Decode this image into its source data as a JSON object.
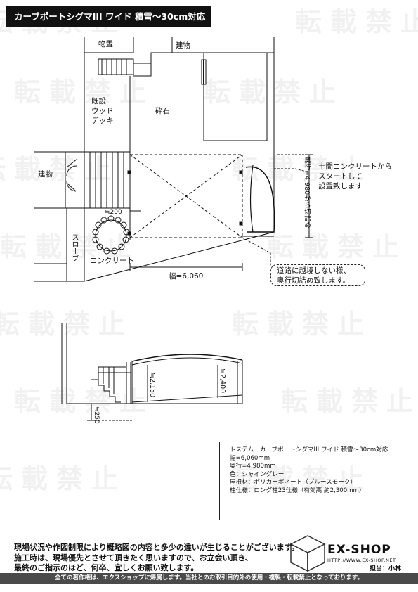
{
  "title": "カーブポートシグマIII ワイド 積雪～30cm対応",
  "plan": {
    "storage": "物置",
    "building_top": "建物",
    "deck": [
      "既設",
      "ウッド",
      "デッキ"
    ],
    "gravel": "砕石",
    "building_left": "建物",
    "slope": "スローブ",
    "concrete": "コンクリート",
    "dim_200": "≒200",
    "width_dim": "幅=6,060",
    "depth_dim": "奥行=4,980から切詰め",
    "note_right": [
      "土間コンクリートから",
      "スタートして",
      "設置致します"
    ],
    "callout": [
      "道路に越境しない様、",
      "奥行切詰め致します。"
    ]
  },
  "section": {
    "h_2150": "≒2,150",
    "h_2400": "≒2,400",
    "h_250": "≒250"
  },
  "spec": {
    "lines": [
      "トステム　カーブポートシグマIII ワイド 積雪～30cm対応",
      "幅=6,060mm",
      "奥行=4,980mm",
      "色：シャイングレー",
      "屋根材：ポリカーボネート（ブルースモーク）",
      "柱仕様：ロング柱23仕様（有効高 約2,300mm）"
    ]
  },
  "notes": [
    "現場状況や作図制限により概略図の内容と多少の違いが生じることがございます。",
    "施工時は、現場優先とさせて頂きたく思いますので、お立会い頂き、",
    "最終のご指示のほど、何卒、宜しくお願い致します。"
  ],
  "brand": {
    "name": "EX-SHOP",
    "url": "HTTP://WWW.EX-SHOP.NET",
    "staff": "担当：小林"
  },
  "footer": "全ての著作権は、エクスショップに帰属します。当社とのお取引目的外の使用・複製・転載禁止となっております。",
  "watermark": "転載禁止"
}
